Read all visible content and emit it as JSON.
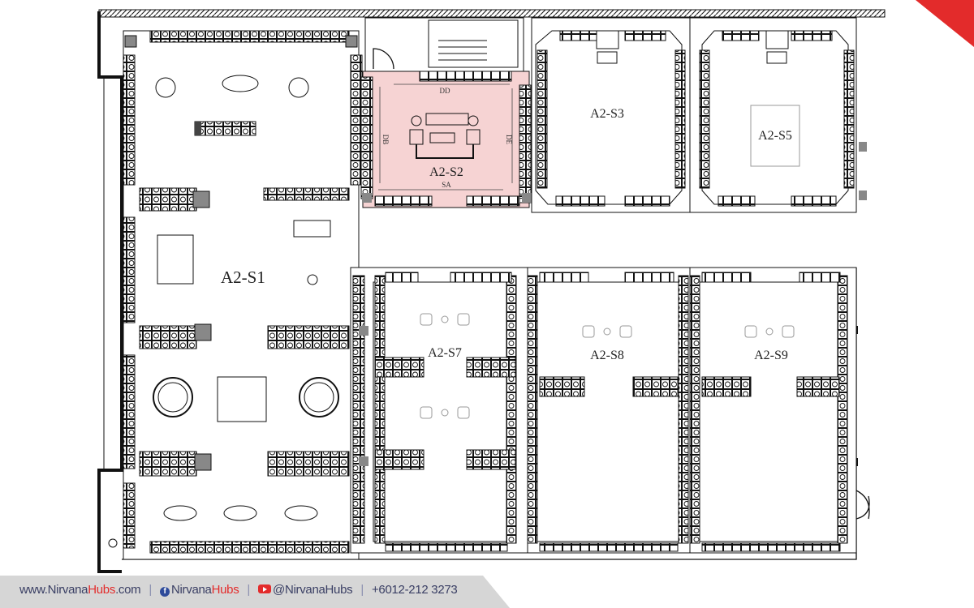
{
  "plan": {
    "rooms": {
      "s1": "A2-S1",
      "s2": "A2-S2",
      "s3": "A2-S3",
      "s5": "A2-S5",
      "s7": "A2-S7",
      "s8": "A2-S8",
      "s9": "A2-S9"
    },
    "dimensions": {
      "top": "DD",
      "left": "DB",
      "right": "DE",
      "bottom": "SA"
    },
    "highlight_color": "#f6d3d3"
  },
  "footer": {
    "website_prefix": "www.Nirvana",
    "website_accent": "Hubs",
    "website_suffix": ".com",
    "facebook_prefix": "Nirvana",
    "facebook_accent": "Hubs",
    "youtube": "@NirvanaHubs",
    "phone": "+6012-212 3273",
    "accent_color": "#e32b2b"
  }
}
